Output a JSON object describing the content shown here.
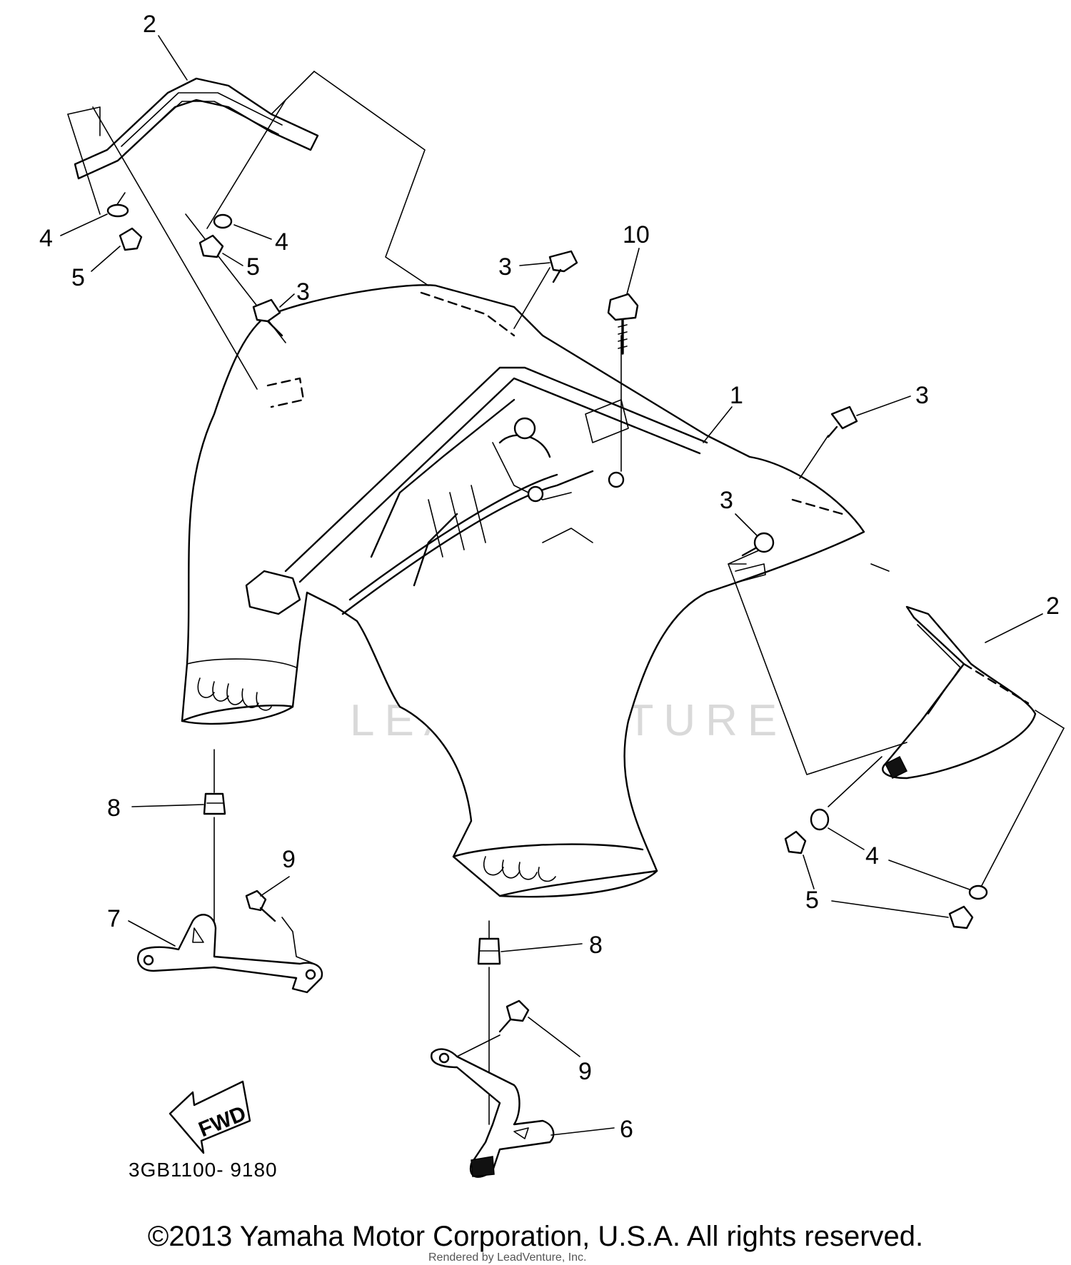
{
  "callouts": {
    "c1": "1",
    "c2a": "2",
    "c2b": "2",
    "c3a": "3",
    "c3b": "3",
    "c3c": "3",
    "c3d": "3",
    "c4a": "4",
    "c4b": "4",
    "c4c": "4",
    "c5a": "5",
    "c5b": "5",
    "c5c": "5",
    "c6": "6",
    "c7": "7",
    "c8a": "8",
    "c8b": "8",
    "c9a": "9",
    "c9b": "9",
    "c10": "10"
  },
  "diagram_code": "3GB1100- 9180",
  "fwd_label": "FWD",
  "watermark": "LEADVENTURE",
  "copyright": "©2013 Yamaha Motor Corporation, U.S.A. All rights reserved.",
  "rendered_by": "Rendered by LeadVenture, Inc."
}
